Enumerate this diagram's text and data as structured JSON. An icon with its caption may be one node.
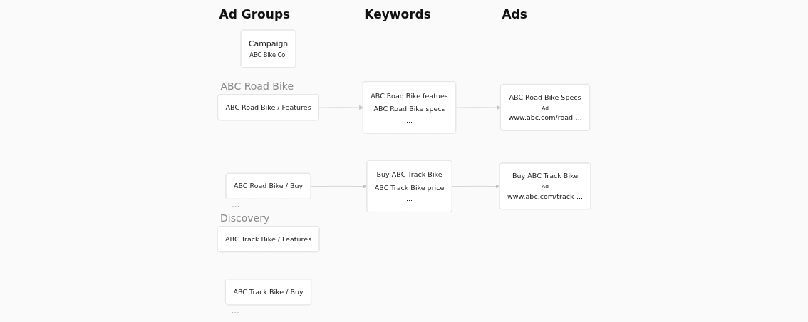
{
  "diagram": {
    "nodes": [
      {
        "text": [
          "Campaign",
          "ABC Bike Co."
        ]
      },
      {
        "text": [
          "ABC Road Bike / Features"
        ]
      },
      {
        "text": [
          "ABC Road Bike / Buy"
        ]
      },
      {
        "text": [
          "ABC Track Bike / Features"
        ]
      },
      {
        "text": [
          "ABC Track Bike / Buy"
        ]
      },
      {
        "text": [
          "ABC Road Bike featues",
          "ABC Road Bike specs",
          "..."
        ]
      },
      {
        "text": [
          "Buy ABC Track Bike",
          "ABC Track Bike price",
          "..."
        ]
      },
      {
        "text": [
          "ABC Road Bike Specs",
          "Ad",
          "www.abc.com/road-..."
        ]
      },
      {
        "text": [
          "Buy ABC Track Bike",
          "Ad",
          "www.abc.com/track-..."
        ]
      }
    ],
    "edges": [
      {
        "from": 1,
        "to": 5,
        "arrow": "to"
      },
      {
        "from": 2,
        "to": 6,
        "arrow": "to"
      },
      {
        "from": 5,
        "to": 7,
        "arrow": "to"
      },
      {
        "from": 6,
        "to": 8,
        "arrow": "to"
      }
    ],
    "labels": [
      "Ad Groups",
      "Keywords",
      "Ads",
      "ABC Road Bike",
      "...",
      "Discovery",
      "..."
    ]
  }
}
